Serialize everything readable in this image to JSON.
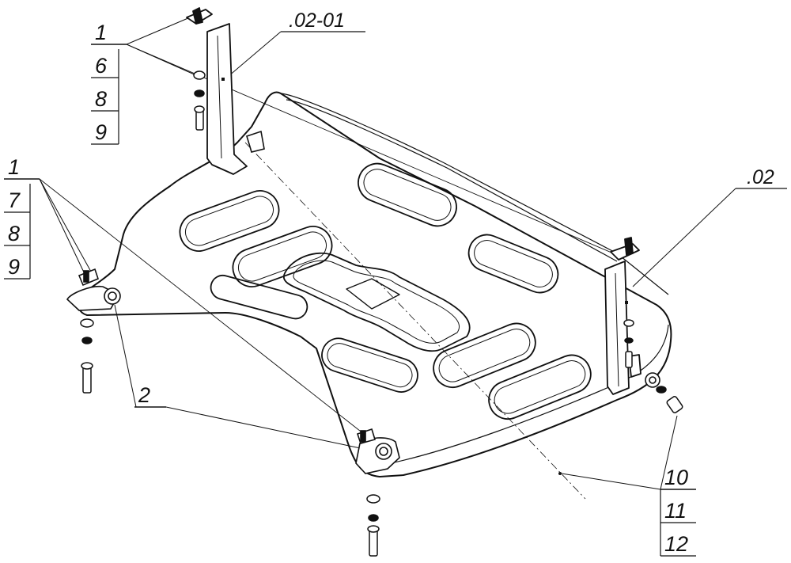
{
  "callouts": {
    "top_left": [
      "1",
      "6",
      "8",
      "9"
    ],
    "mid_left": [
      "1",
      "7",
      "8",
      "9"
    ],
    "bottom_right": [
      "10",
      "11",
      "12"
    ],
    "bracket": "2"
  },
  "references": {
    "bracket_ref": ".02-01",
    "plate_ref": ".02"
  },
  "colors": {
    "line": "#111111",
    "background": "#ffffff"
  }
}
